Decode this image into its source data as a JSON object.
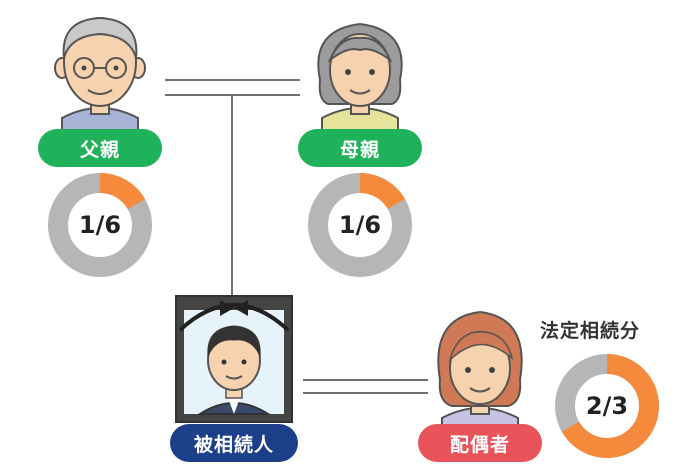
{
  "legal_share_title": "法定相続分",
  "father": {
    "label": "父親",
    "share": "1/6",
    "share_value": 0.1667
  },
  "mother": {
    "label": "母親",
    "share": "1/6",
    "share_value": 0.1667
  },
  "deceased": {
    "label": "被相続人"
  },
  "spouse": {
    "label": "配偶者",
    "share": "2/3",
    "share_value": 0.6667
  },
  "colors": {
    "pill_green": "#1fb25a",
    "pill_navy": "#1d3f8a",
    "pill_red": "#e8545a",
    "share_orange": "#f58a3c",
    "share_gray": "#b6b6b6",
    "line": "#707070"
  }
}
